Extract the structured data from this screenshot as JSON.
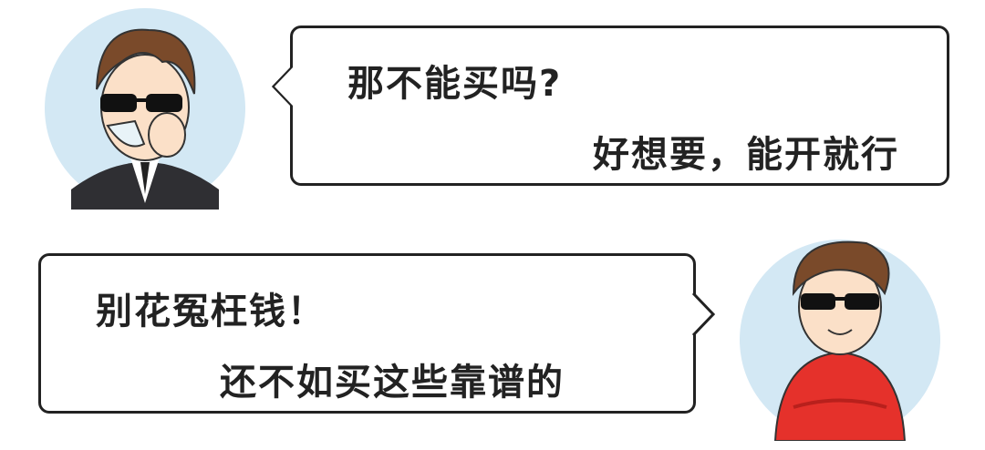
{
  "dialog": [
    {
      "speaker": "suit-man",
      "lines": [
        "那不能买吗?",
        "好想要，能开就行"
      ]
    },
    {
      "speaker": "red-jacket-man",
      "lines": [
        "别花冤枉钱！",
        "还不如买这些靠谱的"
      ]
    }
  ],
  "colors": {
    "avatar_bg": "#d3e8f4",
    "jacket": "#e5312b",
    "suit": "#2f2f33",
    "hair": "#7a4a2a"
  }
}
